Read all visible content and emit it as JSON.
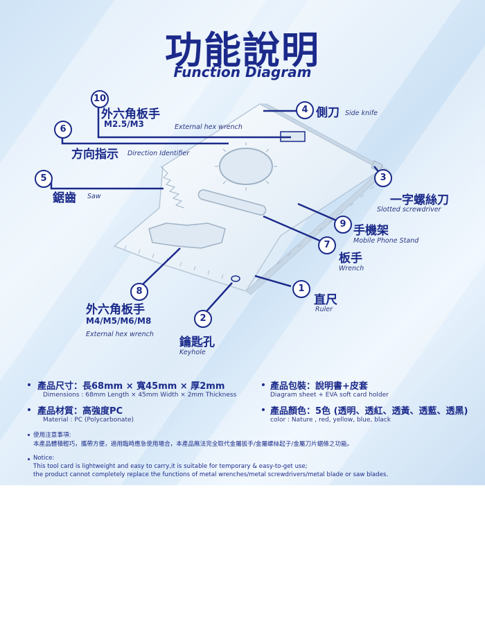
{
  "title": "功能說明",
  "subtitle": "Function Diagram",
  "labels": {
    "l10": {
      "num": "10",
      "zh": "外六角板手",
      "sub": "M2.5/M3",
      "en": "External hex wrench"
    },
    "l4": {
      "num": "4",
      "zh": "側刀",
      "en": "Side knife"
    },
    "l6": {
      "num": "6",
      "zh": "方向指示",
      "en": "Direction Identifier"
    },
    "l5": {
      "num": "5",
      "zh": "鋸齒",
      "en": "Saw"
    },
    "l3": {
      "num": "3",
      "zh": "一字螺絲刀",
      "en": "Slotted screwdriver"
    },
    "l9": {
      "num": "9",
      "zh": "手機架",
      "en": "Mobile Phone Stand"
    },
    "l7": {
      "num": "7",
      "zh": "板手",
      "en": "Wrench"
    },
    "l8": {
      "num": "8",
      "zh": "外六角板手",
      "sub": "M4/M5/M6/M8",
      "en": "External hex wrench"
    },
    "l1": {
      "num": "1",
      "zh": "直尺",
      "en": "Ruler"
    },
    "l2": {
      "num": "2",
      "zh": "鑰匙孔",
      "en": "Keyhole"
    }
  },
  "specs": {
    "size_zh": "產品尺寸：長68mm × 寬45mm × 厚2mm",
    "size_en": "Dimensions : 68mm Length × 45mm Width × 2mm Thickness",
    "material_zh": "產品材質：高強度PC",
    "material_en": "Material : PC (Polycarbonate)",
    "package_zh": "產品包裝：說明書+皮套",
    "package_en": "Diagram sheet + EVA soft card holder",
    "color_zh": "產品顏色：5色 (透明、透紅、透黃、透藍、透黑)",
    "color_en": "color : Nature , red, yellow, blue, black"
  },
  "notes": {
    "zh_head": "使用注意事項:",
    "zh_body": "本產品體積輕巧，攜帶方便，適用臨時應急使用場合，本產品無法完全取代金屬扳手/金屬螺絲起子/金屬刀片鋸條之功能。",
    "en_head": "Notice:",
    "en_line1": "This tool card is lightweight and easy to carry,it is suitable for temporary & easy-to-get use;",
    "en_line2": "the product cannot completely replace the functions of metal wrenches/metal screwdrivers/metal blade or saw blades."
  },
  "colors": {
    "accent": "#1b2a8a",
    "card": "#f4f8fc"
  }
}
